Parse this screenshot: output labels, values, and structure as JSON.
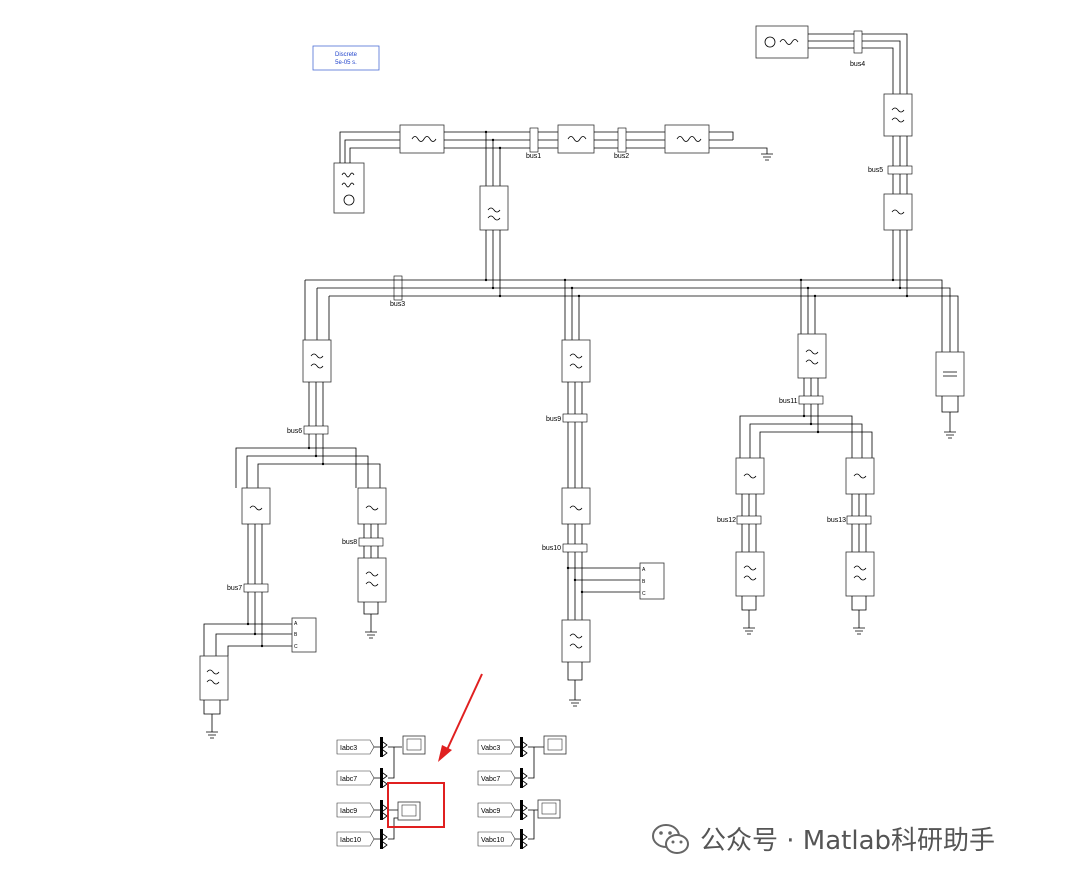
{
  "powergui": {
    "mode": "Discrete",
    "ts": "5e-05 s."
  },
  "buses": {
    "bus1": "bus1",
    "bus2": "bus2",
    "bus3": "bus3",
    "bus4": "bus4",
    "bus5": "bus5",
    "bus6": "bus6",
    "bus7": "bus7",
    "bus8": "bus8",
    "bus9": "bus9",
    "bus10": "bus10",
    "bus11": "bus11",
    "bus12": "bus12",
    "bus13": "bus13"
  },
  "ports": {
    "a": "A",
    "b": "B",
    "c": "C",
    "a_l": "a",
    "b_l": "b",
    "c_l": "c"
  },
  "goto_tags": {
    "i3": "Iabc3",
    "i7": "Iabc7",
    "i9": "Iabc9",
    "i10": "Iabc10",
    "v3": "Vabc3",
    "v7": "Vabc7",
    "v9": "Vabc9",
    "v10": "Vabc10"
  },
  "watermark": "公众号 · Matlab科研助手",
  "colors": {
    "highlight": "#e02020",
    "arrow": "#e02020",
    "powergui_border": "#4d6fd6",
    "powergui_text": "#2244cc"
  }
}
